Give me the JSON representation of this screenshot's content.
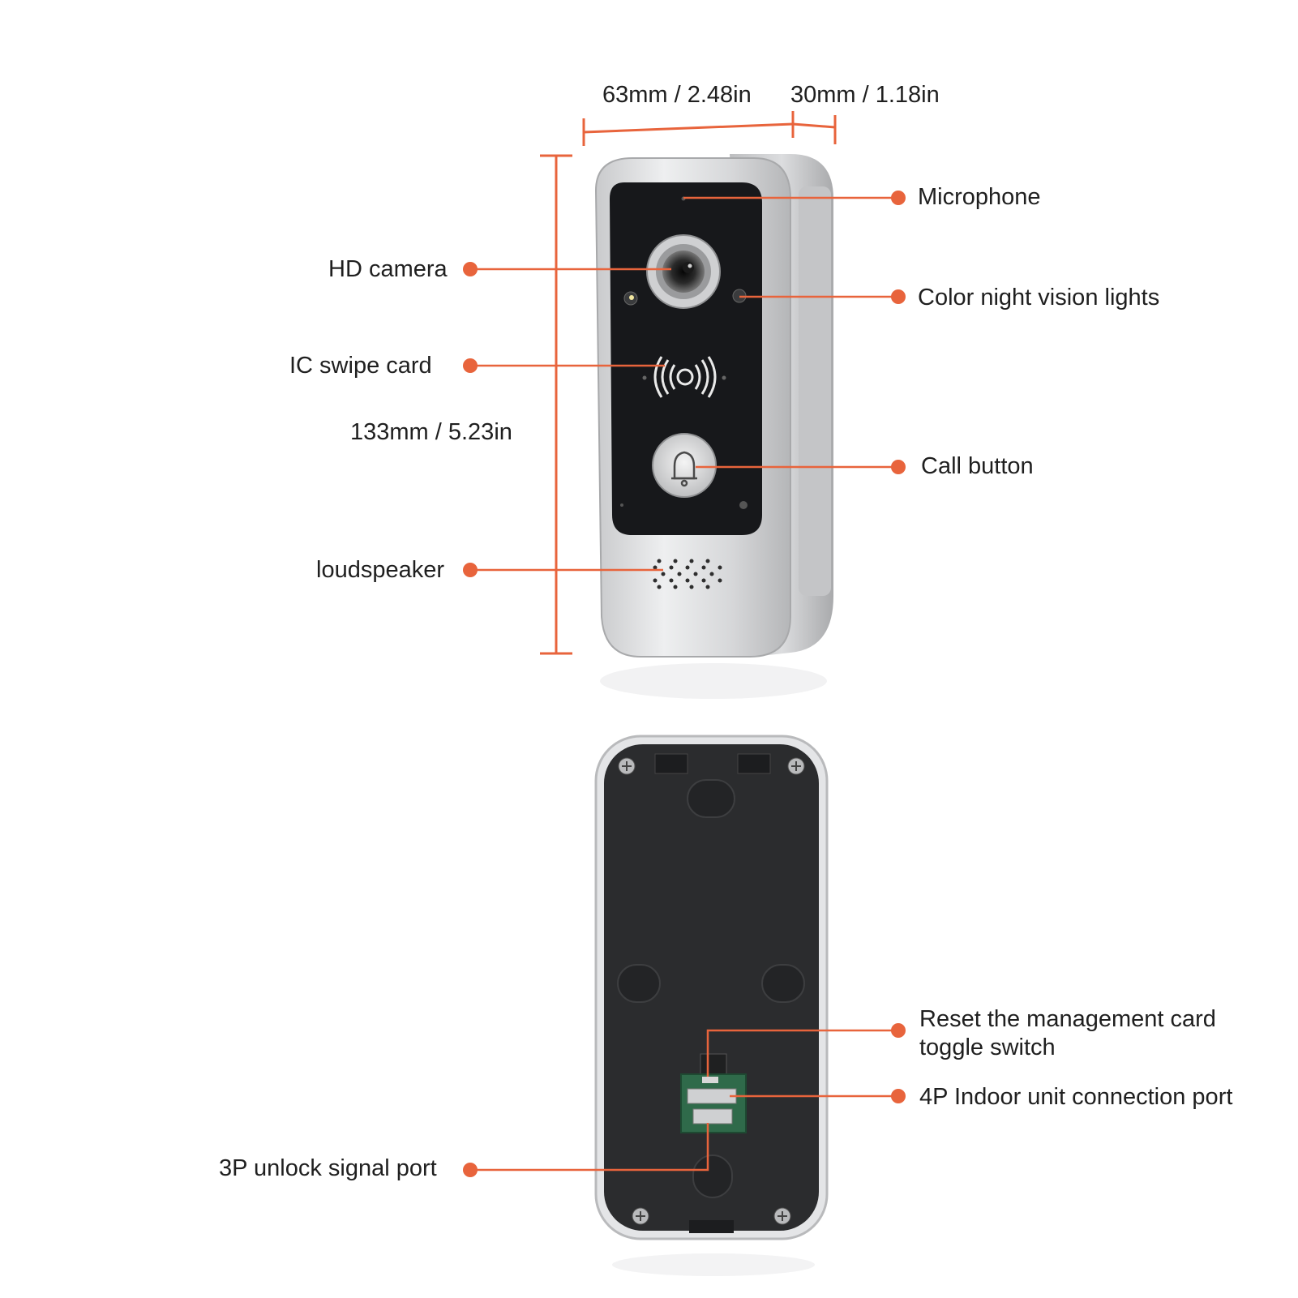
{
  "dimensions": {
    "width": "63mm / 2.48in",
    "depth": "30mm / 1.18in",
    "height": "133mm / 5.23in"
  },
  "front_callouts": {
    "microphone": "Microphone",
    "hd_camera": "HD camera",
    "night_vision": "Color night vision lights",
    "ic_card": "IC swipe card",
    "call_button": "Call button",
    "loudspeaker": "loudspeaker"
  },
  "back_callouts": {
    "reset_line1": "Reset the management card",
    "reset_line2": "toggle switch",
    "port_4p": "4P Indoor unit connection port",
    "port_3p": "3P unlock signal port"
  },
  "colors": {
    "accent": "#e8643c",
    "housing": "#d9dadc",
    "faceplate": "#17181b",
    "back_panel": "#2b2c2e"
  },
  "icons": [
    "camera-lens-icon",
    "nfc-card-icon",
    "bell-icon",
    "speaker-grille-icon",
    "screw-icon"
  ]
}
